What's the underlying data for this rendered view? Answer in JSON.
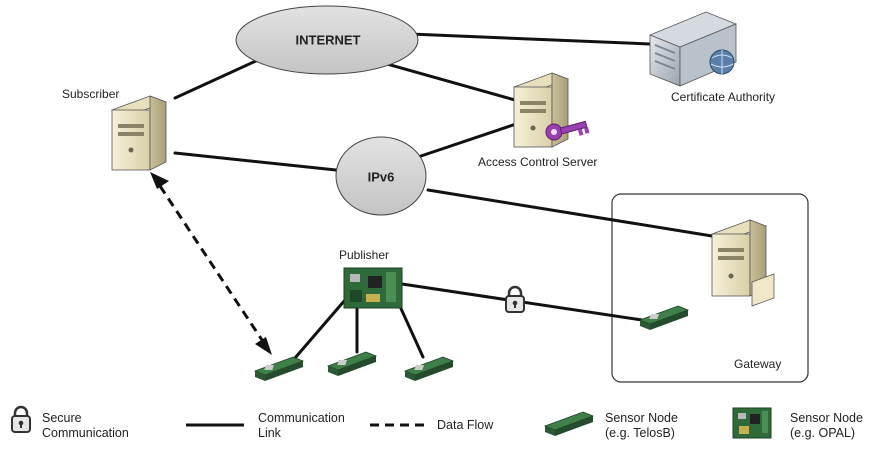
{
  "clouds": {
    "internet": "INTERNET",
    "ipv6": "IPv6"
  },
  "nodes": {
    "subscriber": "Subscriber",
    "certificate_authority": "Certificate Authority",
    "access_control_server": "Access Control Server",
    "publisher": "Publisher",
    "gateway": "Gateway"
  },
  "legend": {
    "secure_communication": "Secure\nCommunication",
    "communication_link": "Communication\nLink",
    "data_flow": "Data Flow",
    "sensor_node_telosb": "Sensor Node\n(e.g. TelosB)",
    "sensor_node_opal": "Sensor Node\n(e.g. OPAL)"
  },
  "colors": {
    "cloud_fill": "#d4d4d4",
    "server_body": "#efe7c8",
    "board_green": "#2f6b3a",
    "key_purple": "#9a3fb0",
    "ca_blue": "#5a7fa8"
  }
}
